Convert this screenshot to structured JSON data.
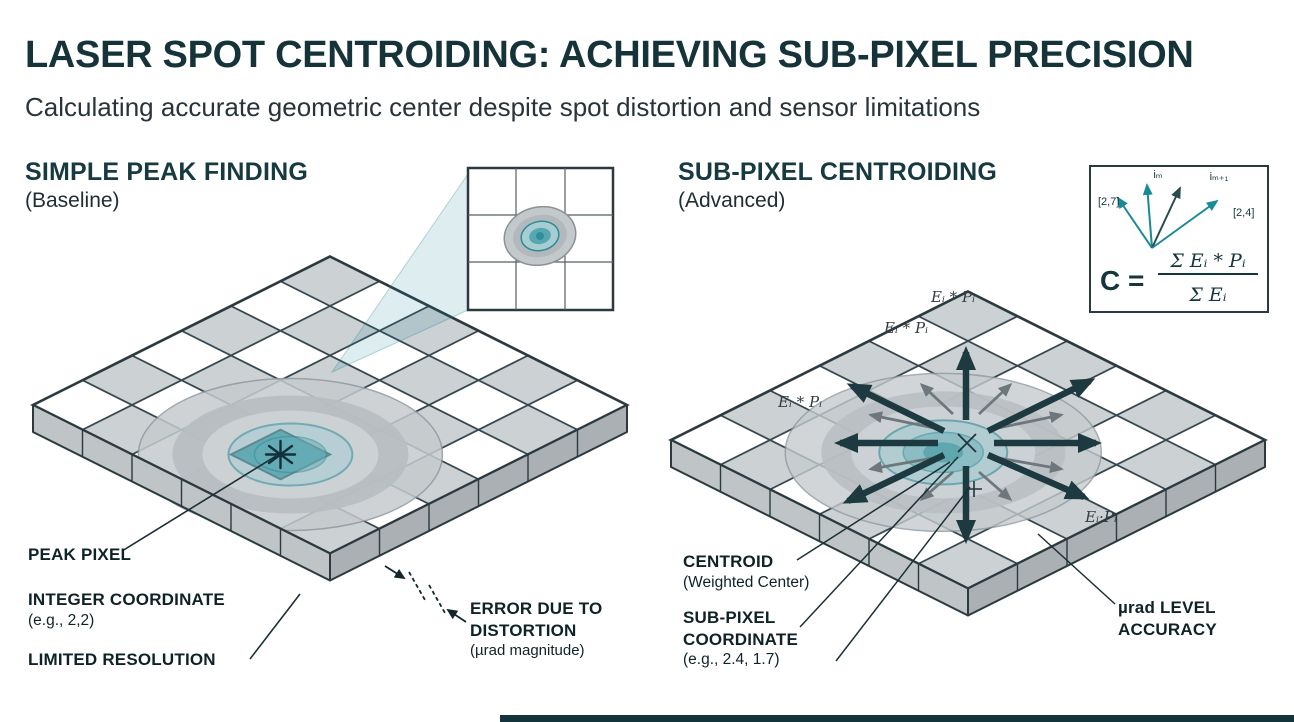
{
  "header": {
    "title": "LASER SPOT CENTROIDING: ACHIEVING SUB-PIXEL PRECISION",
    "subtitle": "Calculating accurate geometric center despite spot distortion and sensor limitations"
  },
  "left": {
    "heading": "SIMPLE PEAK FINDING",
    "subheading": "(Baseline)",
    "peak_pixel": "PEAK PIXEL",
    "integer_coordinate": "INTEGER COORDINATE",
    "integer_coordinate_example": "(e.g., 2,2)",
    "limited_resolution": "LIMITED RESOLUTION",
    "error_line1": "ERROR DUE TO",
    "error_line2": "DISTORTION",
    "error_line3": "(µrad magnitude)"
  },
  "right": {
    "heading": "SUB-PIXEL CENTROIDING",
    "subheading": "(Advanced)",
    "cell_label_1": "Eᵢ * Pᵢ",
    "cell_label_2": "Eᵢ * Pᵢ",
    "cell_label_3": "Eᵢ * Pᵢ",
    "cell_label_4": "Eᵢ·Pᵢ",
    "centroid": "CENTROID",
    "centroid_sub": "(Weighted Center)",
    "subpixel_line1": "SUB-PIXEL",
    "subpixel_line2": "COORDINATE",
    "subpixel_example": "(e.g., 2.4, 1.7)",
    "accuracy_line1": "µrad LEVEL",
    "accuracy_line2": "ACCURACY"
  },
  "formula": {
    "lhs": "C =",
    "numerator": "Σ Eᵢ * Pᵢ",
    "denominator": "Σ Eᵢ",
    "label_left": "[2,7]",
    "label_mid1": "iₘ",
    "label_mid2": "iₘ₊₁",
    "label_right": "[2,4]"
  },
  "colors": {
    "accent_teal": "#1a7f8c",
    "dark_ink": "#16333a",
    "peak_pixel_fill": "#157f8d",
    "cell_gray": "#ccd1d4",
    "arrow_dark": "#1d3a40"
  }
}
